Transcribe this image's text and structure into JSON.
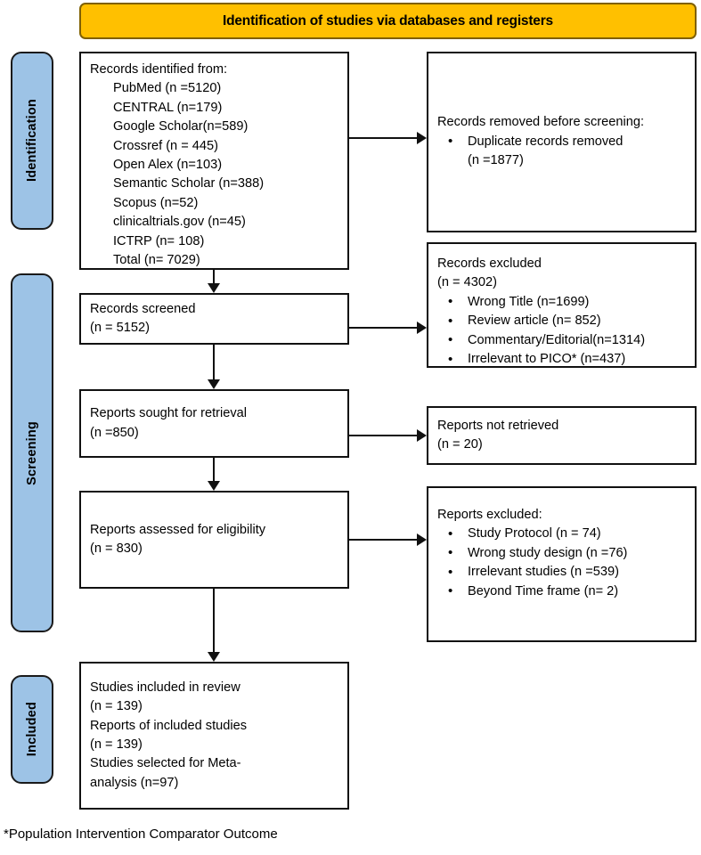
{
  "banner": {
    "title": "Identification of studies via databases and registers"
  },
  "stages": [
    {
      "label": "Identification"
    },
    {
      "label": "Screening"
    },
    {
      "label": "Included"
    }
  ],
  "boxes": {
    "identified": {
      "heading": "Records identified from:",
      "sources": [
        "PubMed (n =5120)",
        "CENTRAL (n=179)",
        "Google Scholar(n=589)",
        "Crossref (n = 445)",
        "Open Alex (n=103)",
        "Semantic Scholar (n=388)",
        "Scopus (n=52)",
        "clinicaltrials.gov (n=45)",
        "ICTRP (n= 108)",
        "Total (n= 7029)"
      ]
    },
    "removed_before_screening": {
      "heading_plain": "Records removed ",
      "heading_italic": "before screening",
      "heading_tail": ":",
      "items": [
        "Duplicate records removed",
        "(n =1877)"
      ]
    },
    "records_screened": {
      "line1": "Records screened",
      "line2": "(n = 5152)"
    },
    "records_excluded": {
      "line1": "Records excluded",
      "line2": "(n = 4302)",
      "items": [
        "Wrong Title (n=1699)",
        "Review article (n= 852)",
        "Commentary/Editorial(n=1314)",
        "Irrelevant to PICO* (n=437)"
      ]
    },
    "reports_sought": {
      "line1": "Reports sought for retrieval",
      "line2": "(n =850)"
    },
    "reports_not_retrieved": {
      "line1": "Reports not retrieved",
      "line2": "(n = 20)"
    },
    "reports_assessed": {
      "line1": "Reports assessed for eligibility",
      "line2": "(n = 830)"
    },
    "reports_excluded": {
      "heading": "Reports excluded:",
      "items": [
        "Study Protocol (n = 74)",
        "Wrong study design (n =76)",
        "Irrelevant studies (n =539)",
        "Beyond Time frame (n= 2)"
      ]
    },
    "included": {
      "lines": [
        "Studies included in review",
        "(n = 139)",
        "Reports of included studies",
        "(n = 139)",
        "Studies selected for Meta-",
        "analysis (n=97)"
      ]
    }
  },
  "footnote": {
    "text": "*Population Intervention Comparator Outcome"
  },
  "colors": {
    "banner_fill": "#FFC000",
    "banner_border": "#7F6000",
    "stage_fill": "#9DC3E6",
    "stroke": "#111111"
  }
}
